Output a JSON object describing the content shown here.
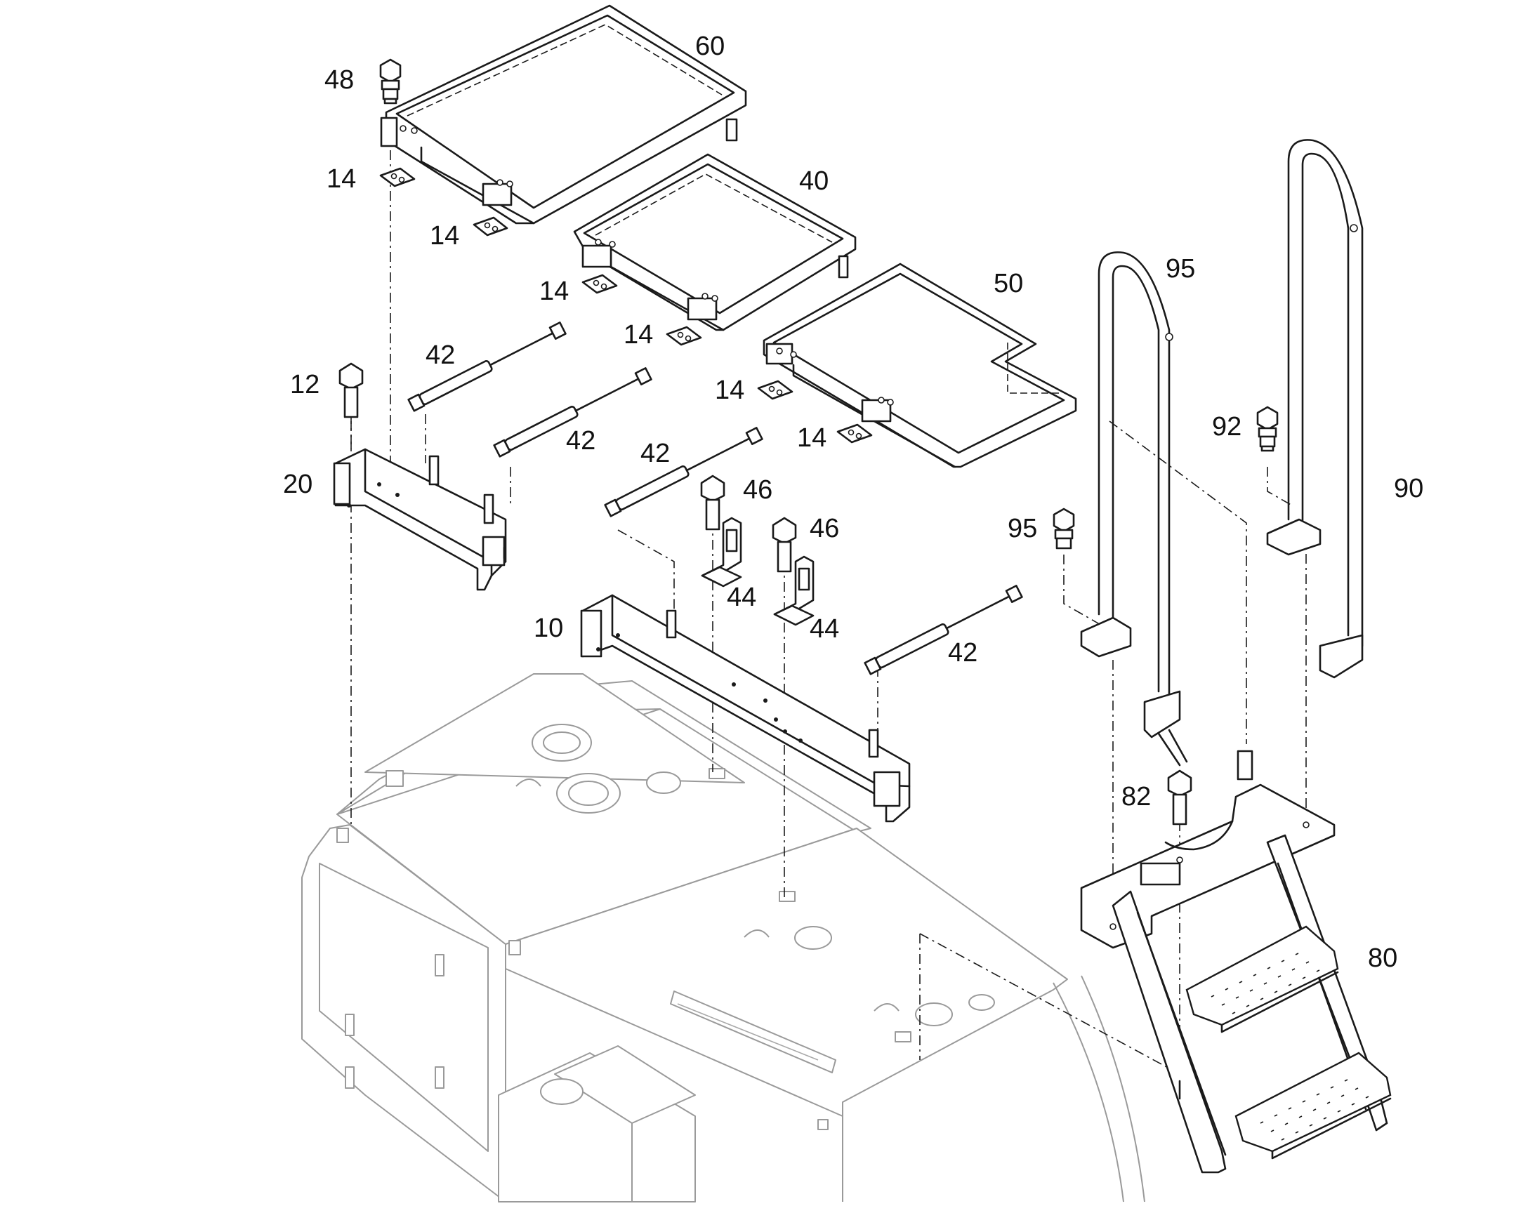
{
  "diagram": {
    "part_labels": [
      "60",
      "48",
      "14",
      "40",
      "14",
      "14",
      "95",
      "50",
      "14",
      "42",
      "12",
      "14",
      "42",
      "90",
      "92",
      "14",
      "20",
      "42",
      "46",
      "95",
      "46",
      "44",
      "10",
      "44",
      "42",
      "82",
      "80"
    ],
    "colors": {
      "line": "#1a1a1a",
      "ghost": "#9a9a9a",
      "background": "#ffffff"
    }
  }
}
